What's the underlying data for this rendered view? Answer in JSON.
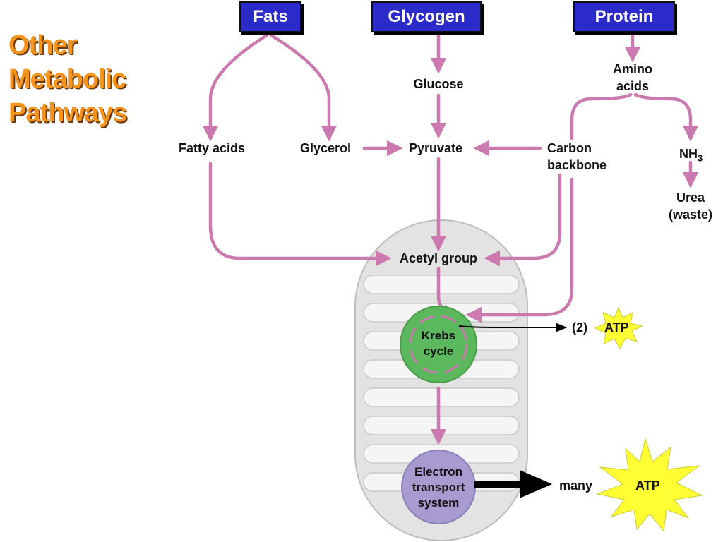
{
  "title": {
    "line1": "Other",
    "line2": "Metabolic",
    "line3": "Pathways"
  },
  "sources": {
    "fats": "Fats",
    "glycogen": "Glycogen",
    "protein": "Protein"
  },
  "labels": {
    "glucose": "Glucose",
    "amino_acids_1": "Amino",
    "amino_acids_2": "acids",
    "fatty_acids": "Fatty acids",
    "glycerol": "Glycerol",
    "pyruvate": "Pyruvate",
    "carbon_backbone_1": "Carbon",
    "carbon_backbone_2": "backbone",
    "nh3_main": "NH",
    "nh3_sub": "3",
    "urea_1": "Urea",
    "urea_2": "(waste)",
    "acetyl_group": "Acetyl group",
    "krebs_1": "Krebs",
    "krebs_2": "cycle",
    "ets_1": "Electron",
    "ets_2": "transport",
    "ets_3": "system",
    "krebs_yield": "(2)",
    "atp_small": "ATP",
    "ets_yield": "many",
    "atp_big": "ATP"
  },
  "colors": {
    "arrow": "#cc79b0",
    "source_box": "#2b2bc9",
    "title": "#f7941d",
    "krebs": "#5cb85c",
    "ets": "#a89bd0",
    "atp_star": "#ffff33",
    "mitochondrion": "#e3e3e3"
  }
}
